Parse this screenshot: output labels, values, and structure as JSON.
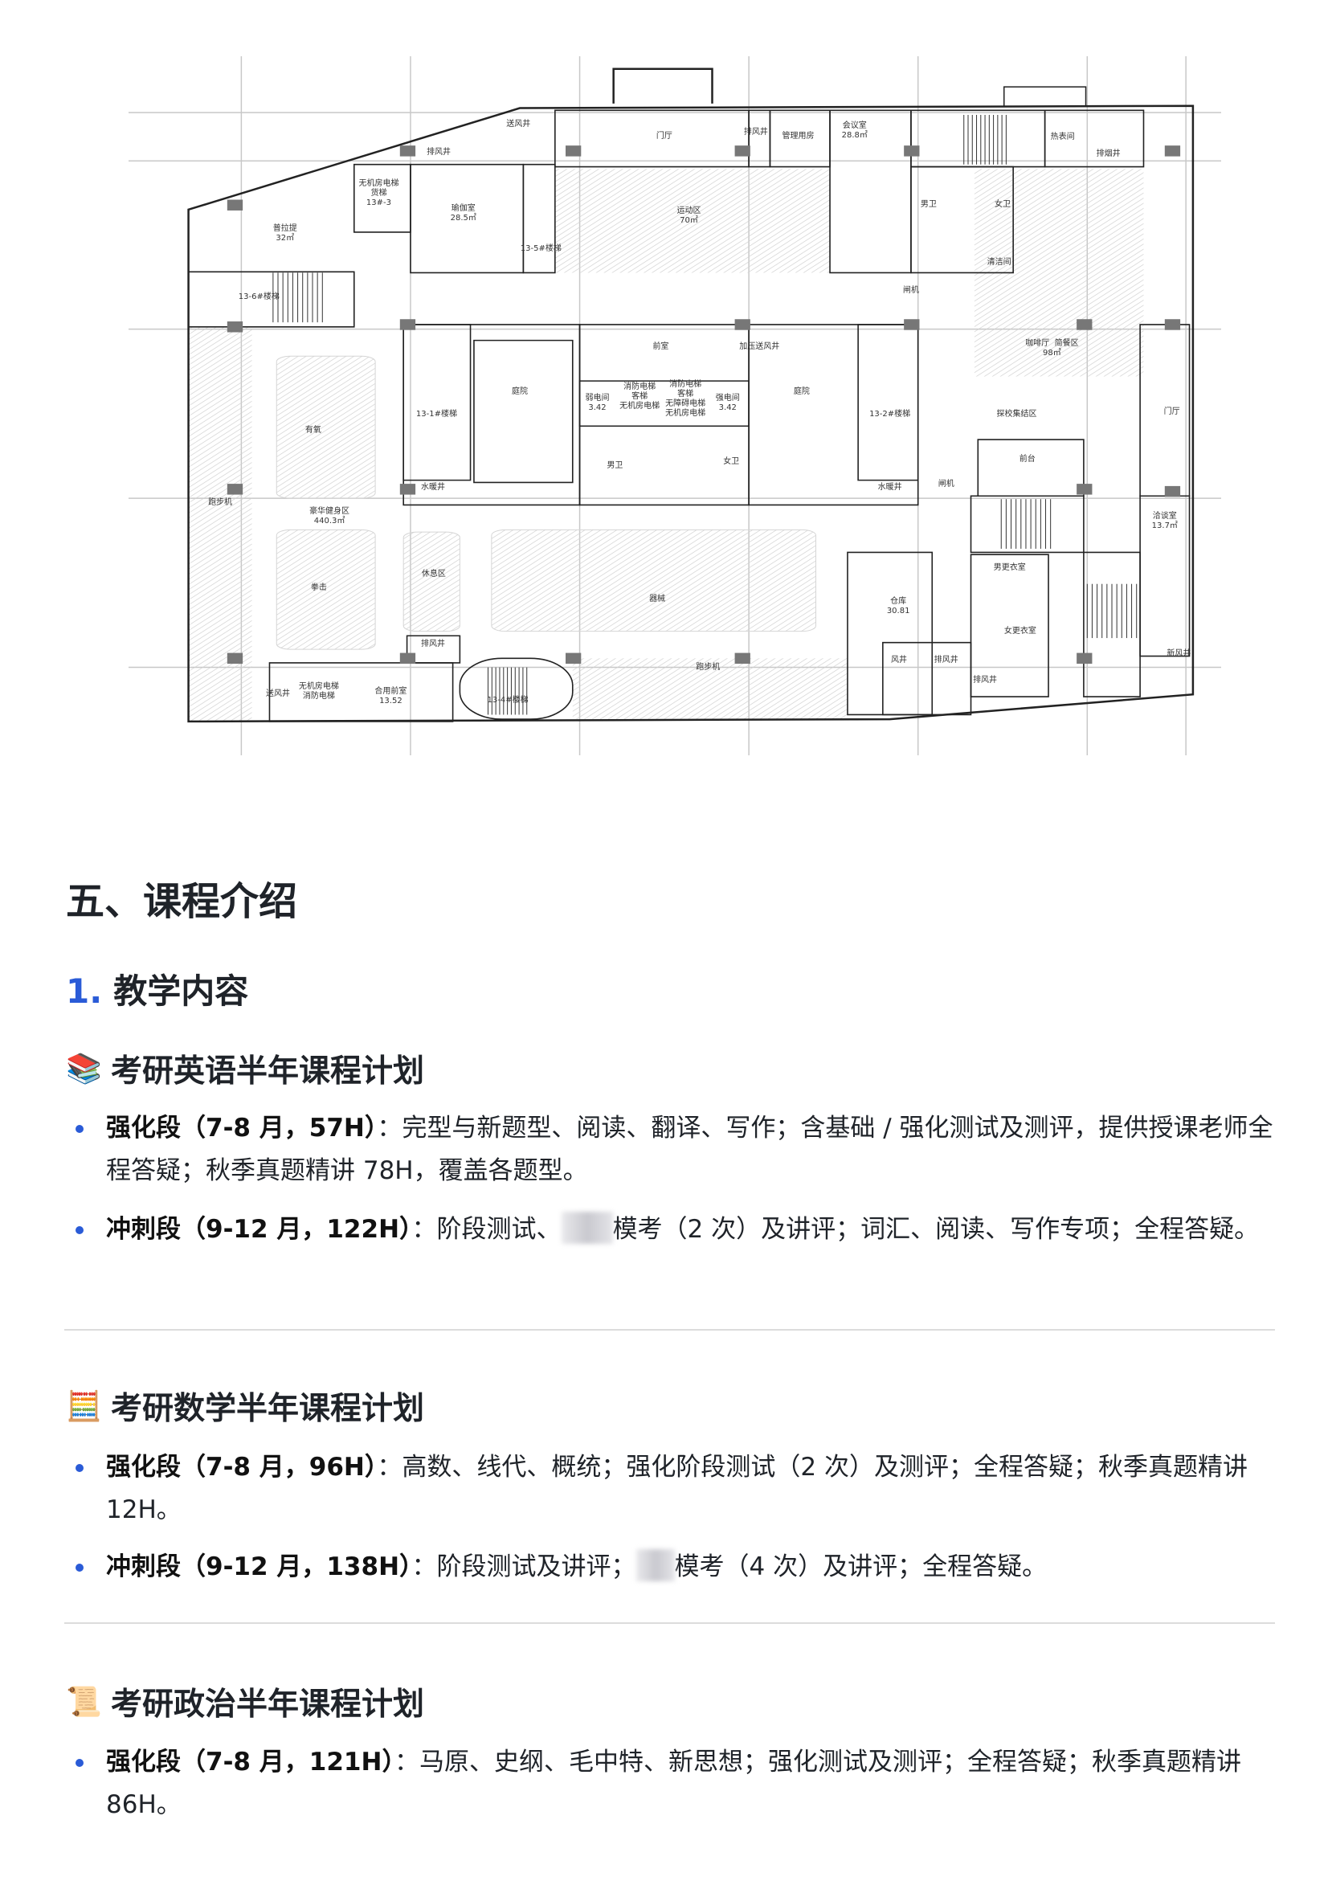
{
  "floorplan": {
    "labels": [
      "送风井",
      "排风井",
      "无机房电梯\n货梯\n13#-3",
      "瑜伽室\n28.5㎡",
      "普拉提\n32㎡",
      "13-6#楼梯",
      "13-5#楼梯",
      "门厅",
      "排风井",
      "管理用房",
      "会议室\n28.8㎡",
      "热表间",
      "排烟井",
      "运动区\n70㎡",
      "男卫",
      "女卫",
      "清洁间",
      "闸机",
      "咖啡厅  简餐区\n98㎡",
      "前室",
      "加压送风井",
      "庭院",
      "庭院",
      "13-1#楼梯",
      "13-2#楼梯",
      "弱电间\n3.42",
      "强电间\n3.42",
      "消防电梯\n客梯\n无机房电梯",
      "消防电梯\n客梯\n无障碍电梯\n无机房电梯",
      "探校集结区",
      "门厅",
      "有氧",
      "男卫",
      "女卫",
      "前台",
      "水暖井",
      "水暖井",
      "闸机",
      "跑步机",
      "豪华健身区\n440.3㎡",
      "洽谈室\n13.7㎡",
      "男更衣室",
      "休息区",
      "拳击",
      "器械",
      "仓库\n30.81",
      "女更衣室",
      "排风井",
      "风井",
      "排风井",
      "排风井",
      "新风井",
      "跑步机",
      "送风井",
      "无机房电梯\n消防电梯",
      "合用前室\n13.52",
      "13-4#楼梯"
    ]
  },
  "section": {
    "title": "五、课程介绍"
  },
  "subsection": {
    "number": "1.",
    "title": "教学内容"
  },
  "courses": [
    {
      "icon": "📚",
      "icon_name": "books-icon",
      "title": "考研英语半年课程计划",
      "items": [
        {
          "bold": "强化段（7-8 月，57H）",
          "text": "：完型与新题型、阅读、翻译、写作；含基础 / 强化测试及测评，提供授课老师全程答疑；秋季真题精讲 78H，覆盖各题型。"
        },
        {
          "bold": "冲刺段（9-12 月，122H）",
          "text_before": "：阶段测试、",
          "text_after": "模考（2 次）及讲评；词汇、阅读、写作专项；全程答疑。"
        }
      ]
    },
    {
      "icon": "🧮",
      "icon_name": "abacus-icon",
      "title": "考研数学半年课程计划",
      "items": [
        {
          "bold": "强化段（7-8 月，96H）",
          "text": "：高数、线代、概统；强化阶段测试（2 次）及测评；全程答疑；秋季真题精讲 12H。"
        },
        {
          "bold": "冲刺段（9-12 月，138H）",
          "text_before": "：阶段测试及讲评；",
          "text_after": "模考（4 次）及讲评；全程答疑。"
        }
      ]
    },
    {
      "icon": "📜",
      "icon_name": "scroll-icon",
      "title": "考研政治半年课程计划",
      "items": [
        {
          "bold": "强化段（7-8 月，121H）",
          "text": "：马原、史纲、毛中特、新思想；强化测试及测评；全程答疑；秋季真题精讲 86H。"
        }
      ]
    }
  ],
  "colors": {
    "accent": "#2a5bd7",
    "text": "#1f2329",
    "divider": "#dcdcdc"
  }
}
